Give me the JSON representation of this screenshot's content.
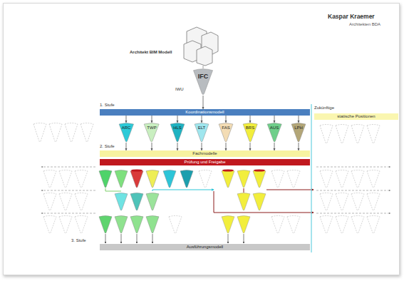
{
  "diagram": {
    "nodes": [
      {
        "text": [
          "IFC"
        ]
      },
      {
        "text": [
          "Koordinationsmodell"
        ]
      },
      {
        "text": [
          "ARC"
        ]
      },
      {
        "text": [
          "TWP"
        ]
      },
      {
        "text": [
          "HLS"
        ]
      },
      {
        "text": [
          "ELT"
        ]
      },
      {
        "text": [
          "FAS"
        ]
      },
      {
        "text": [
          "BRS"
        ]
      },
      {
        "text": [
          "AUS"
        ]
      },
      {
        "text": [
          "LPH"
        ]
      },
      {
        "text": [
          "Fachmodelle"
        ]
      },
      {
        "text": [
          "Prüfung und Freigabe"
        ]
      },
      {
        "text": [
          "Ausführungsmodell"
        ]
      },
      {
        "text": [
          "statische Positionen"
        ]
      }
    ],
    "edges": [
      {
        "from": 0,
        "to": 1,
        "arrow": "to"
      },
      {
        "from": 1,
        "to": 2,
        "arrow": "to"
      },
      {
        "from": 1,
        "to": 3,
        "arrow": "to"
      },
      {
        "from": 1,
        "to": 4,
        "arrow": "to"
      },
      {
        "from": 1,
        "to": 5,
        "arrow": "to"
      },
      {
        "from": 1,
        "to": 6,
        "arrow": "to"
      },
      {
        "from": 1,
        "to": 7,
        "arrow": "to"
      },
      {
        "from": 1,
        "to": 8,
        "arrow": "to"
      },
      {
        "from": 1,
        "to": 9,
        "arrow": "to"
      },
      {
        "from": 2,
        "to": 10,
        "arrow": "to"
      },
      {
        "from": 3,
        "to": 10,
        "arrow": "to"
      },
      {
        "from": 4,
        "to": 10,
        "arrow": "to"
      },
      {
        "from": 5,
        "to": 10,
        "arrow": "to"
      },
      {
        "from": 6,
        "to": 10,
        "arrow": "to"
      },
      {
        "from": 7,
        "to": 10,
        "arrow": "to"
      },
      {
        "from": 8,
        "to": 10,
        "arrow": "to"
      },
      {
        "from": 9,
        "to": 10,
        "arrow": "to"
      }
    ],
    "labels": [
      "Kaspar Kraemer",
      "Architekten BDA",
      "Architekt BIM Modell",
      "IWU",
      "1. Stufe",
      "2. Stufe",
      "3. Stufe",
      "Zukünftige"
    ]
  }
}
